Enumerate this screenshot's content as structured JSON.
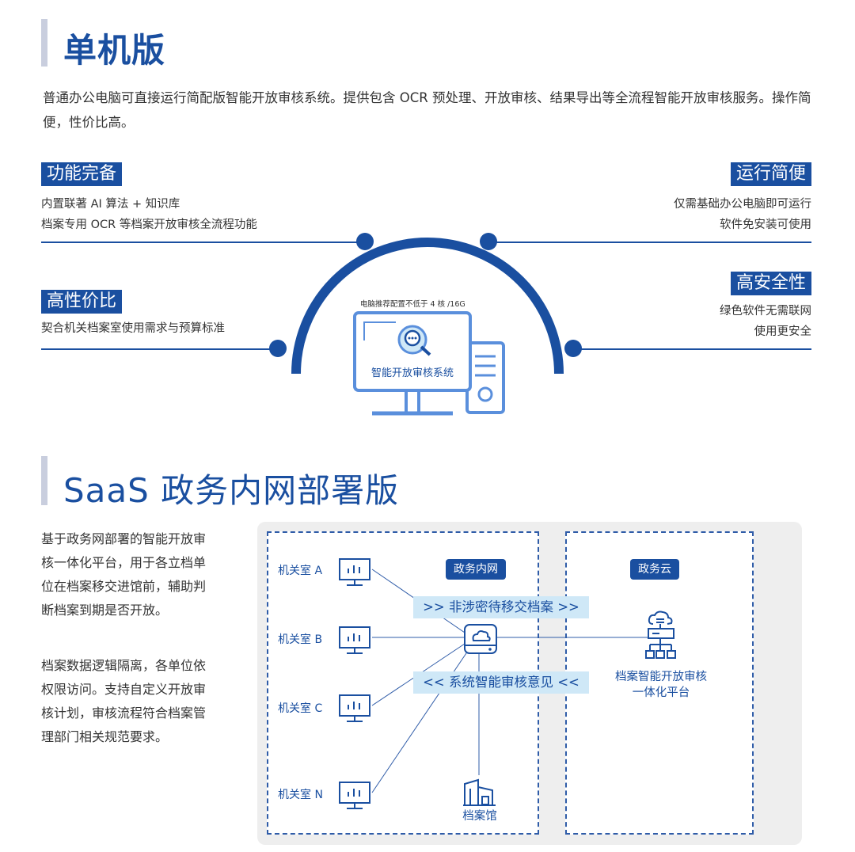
{
  "standalone": {
    "title": "单机版",
    "intro": "普通办公电脑可直接运行简配版智能开放审核系统。提供包含 OCR 预处理、开放审核、结果导出等全流程智能开放审核服务。操作简便，性价比高。",
    "features": {
      "complete": {
        "tag": "功能完备",
        "lines": [
          "内置联著 AI 算法 + 知识库",
          "档案专用 OCR 等档案开放审核全流程功能"
        ]
      },
      "easy": {
        "tag": "运行简便",
        "lines": [
          "仅需基础办公电脑即可运行",
          "软件免安装可使用"
        ]
      },
      "value": {
        "tag": "高性价比",
        "lines": [
          "契合机关档案室使用需求与预算标准"
        ]
      },
      "secure": {
        "tag": "高安全性",
        "lines": [
          "绿色软件无需联网",
          "使用更安全"
        ]
      }
    },
    "computer": {
      "spec": "电脑推荐配置不低于 4 核 /16G",
      "screen_label": "智能开放审核系统"
    }
  },
  "saas": {
    "title": "SaaS 政务内网部署版",
    "paragraphs": [
      [
        "基于政务网部署的智能开放审",
        "核一体化平台，用于各立档单",
        "位在档案移交进馆前，辅助判",
        "断档案到期是否开放。"
      ],
      [
        "档案数据逻辑隔离，各单位依",
        "权限访问。支持自定义开放审",
        "核计划，审核流程符合档案管",
        "理部门相关规范要求。"
      ]
    ],
    "diagram": {
      "intranet_label": "政务内网",
      "cloud_label": "政务云",
      "rooms": [
        "机关室 A",
        "机关室 B",
        "机关室 C",
        "机关室 N"
      ],
      "flow_out": ">>  非涉密待移交档案 >>",
      "flow_in": "<<  系统智能审核意见 <<",
      "archive_label": "档案馆",
      "platform_label": [
        "档案智能开放审核",
        "一体化平台"
      ]
    }
  },
  "colors": {
    "primary": "#1a4fa0",
    "accent_bar": "#c9cede",
    "light_blue": "#cfe8f7",
    "icon_blue": "#5a8fdc"
  }
}
